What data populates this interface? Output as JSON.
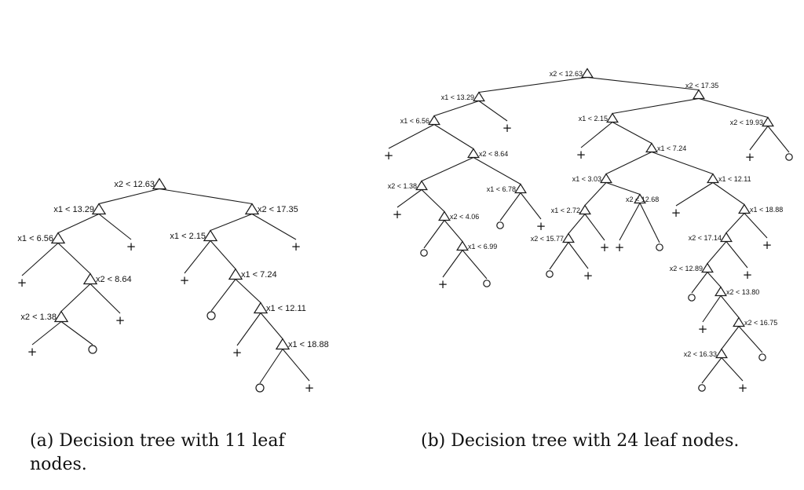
{
  "captions": {
    "a": "(a) Decision tree with 11 leaf nodes.",
    "b": "(b) Decision tree with 24 leaf nodes."
  },
  "trees": [
    {
      "id": "a",
      "nodes": [
        {
          "id": "root",
          "label": "x2 < 12.63",
          "kind": "split"
        },
        {
          "id": "L",
          "label": "x1 < 13.29",
          "kind": "split"
        },
        {
          "id": "R",
          "label": "x2 < 17.35",
          "kind": "split"
        },
        {
          "id": "LL",
          "label": "x1 < 6.56",
          "kind": "split"
        },
        {
          "id": "LR",
          "label": "+",
          "kind": "plus"
        },
        {
          "id": "LLL",
          "label": "+",
          "kind": "plus"
        },
        {
          "id": "LLR",
          "label": "x2 < 8.64",
          "kind": "split"
        },
        {
          "id": "LLRL",
          "label": "x2 < 1.38",
          "kind": "split"
        },
        {
          "id": "LLRR",
          "label": "+",
          "kind": "plus"
        },
        {
          "id": "LLRLL",
          "label": "+",
          "kind": "plus"
        },
        {
          "id": "LLRLR",
          "label": "o",
          "kind": "circle"
        },
        {
          "id": "RL",
          "label": "x1 < 2.15",
          "kind": "split"
        },
        {
          "id": "RR",
          "label": "+",
          "kind": "plus"
        },
        {
          "id": "RLL",
          "label": "+",
          "kind": "plus"
        },
        {
          "id": "RLR",
          "label": "x1 < 7.24",
          "kind": "split"
        },
        {
          "id": "RLRL",
          "label": "o",
          "kind": "circle"
        },
        {
          "id": "RLRR",
          "label": "x1 < 12.11",
          "kind": "split"
        },
        {
          "id": "RLRRL",
          "label": "+",
          "kind": "plus"
        },
        {
          "id": "RLRRR",
          "label": "x1 < 18.88",
          "kind": "split"
        },
        {
          "id": "RLRRRL",
          "label": "o",
          "kind": "circle"
        },
        {
          "id": "RLRRRR",
          "label": "+",
          "kind": "plus"
        }
      ],
      "edges": [
        [
          "root",
          "L"
        ],
        [
          "root",
          "R"
        ],
        [
          "L",
          "LL"
        ],
        [
          "L",
          "LR"
        ],
        [
          "LL",
          "LLL"
        ],
        [
          "LL",
          "LLR"
        ],
        [
          "LLR",
          "LLRL"
        ],
        [
          "LLR",
          "LLRR"
        ],
        [
          "LLRL",
          "LLRLL"
        ],
        [
          "LLRL",
          "LLRLR"
        ],
        [
          "R",
          "RL"
        ],
        [
          "R",
          "RR"
        ],
        [
          "RL",
          "RLL"
        ],
        [
          "RL",
          "RLR"
        ],
        [
          "RLR",
          "RLRL"
        ],
        [
          "RLR",
          "RLRR"
        ],
        [
          "RLRR",
          "RLRRL"
        ],
        [
          "RLRR",
          "RLRRR"
        ],
        [
          "RLRRR",
          "RLRRRL"
        ],
        [
          "RLRRR",
          "RLRRRR"
        ]
      ]
    },
    {
      "id": "b",
      "nodes": [
        {
          "id": "root",
          "label": "x2 < 12.63",
          "kind": "split"
        },
        {
          "id": "L",
          "label": "x1 < 13.29",
          "kind": "split"
        },
        {
          "id": "R",
          "label": "x2 < 17.35",
          "kind": "split"
        },
        {
          "id": "LL",
          "label": "x1 < 6.56",
          "kind": "split"
        },
        {
          "id": "LR",
          "label": "+",
          "kind": "plus"
        },
        {
          "id": "LLL",
          "label": "+",
          "kind": "plus"
        },
        {
          "id": "LLR",
          "label": "x2 < 8.64",
          "kind": "split"
        },
        {
          "id": "LLRL",
          "label": "x2 < 1.38",
          "kind": "split"
        },
        {
          "id": "LLRR",
          "label": "x1 < 6.78",
          "kind": "split"
        },
        {
          "id": "LLRLL",
          "label": "+",
          "kind": "plus"
        },
        {
          "id": "LLRLR",
          "label": "x2 < 4.06",
          "kind": "split"
        },
        {
          "id": "LLRLRL",
          "label": "o",
          "kind": "circle"
        },
        {
          "id": "LLRLRR",
          "label": "x1 < 6.99",
          "kind": "split"
        },
        {
          "id": "LLRLRRL",
          "label": "+",
          "kind": "plus"
        },
        {
          "id": "LLRLRRR",
          "label": "o",
          "kind": "circle"
        },
        {
          "id": "LLRRL",
          "label": "o",
          "kind": "circle"
        },
        {
          "id": "LLRRR",
          "label": "+",
          "kind": "plus"
        },
        {
          "id": "RL",
          "label": "x1 < 2.15",
          "kind": "split"
        },
        {
          "id": "RR",
          "label": "x2 < 19.93",
          "kind": "split"
        },
        {
          "id": "RRL",
          "label": "+",
          "kind": "plus"
        },
        {
          "id": "RRR",
          "label": "o",
          "kind": "circle"
        },
        {
          "id": "RLL",
          "label": "+",
          "kind": "plus"
        },
        {
          "id": "RLR",
          "label": "x1 < 7.24",
          "kind": "split"
        },
        {
          "id": "RLRL",
          "label": "x1 < 3.03",
          "kind": "split"
        },
        {
          "id": "RLRR",
          "label": "x1 < 12.11",
          "kind": "split"
        },
        {
          "id": "RLRLL",
          "label": "x1 < 2.72",
          "kind": "split"
        },
        {
          "id": "RLRLR",
          "label": "x2 < 12.68",
          "kind": "split"
        },
        {
          "id": "RLRLLL",
          "label": "x2 < 15.77",
          "kind": "split"
        },
        {
          "id": "RLRLLR",
          "label": "+",
          "kind": "plus"
        },
        {
          "id": "RLRLLLL",
          "label": "o",
          "kind": "circle"
        },
        {
          "id": "RLRLLLR",
          "label": "+",
          "kind": "plus"
        },
        {
          "id": "RLRLRL",
          "label": "+",
          "kind": "plus"
        },
        {
          "id": "RLRLRR",
          "label": "o",
          "kind": "circle"
        },
        {
          "id": "RLRRL",
          "label": "+",
          "kind": "plus"
        },
        {
          "id": "RLRRR",
          "label": "x1 < 18.88",
          "kind": "split"
        },
        {
          "id": "RLRRRL",
          "label": "x2 < 17.14",
          "kind": "split"
        },
        {
          "id": "RLRRRR",
          "label": "+",
          "kind": "plus"
        },
        {
          "id": "RLRRRLL",
          "label": "x2 < 12.89",
          "kind": "split"
        },
        {
          "id": "RLRRRLR",
          "label": "+",
          "kind": "plus"
        },
        {
          "id": "RLRRRLLL",
          "label": "o",
          "kind": "circle"
        },
        {
          "id": "RLRRRLLR",
          "label": "x2 < 13.80",
          "kind": "split"
        },
        {
          "id": "RLRRRLLRL",
          "label": "+",
          "kind": "plus"
        },
        {
          "id": "RLRRRLLRR",
          "label": "x2 < 16.75",
          "kind": "split"
        },
        {
          "id": "RLRRRLLRRL",
          "label": "x2 < 16.33",
          "kind": "split"
        },
        {
          "id": "RLRRRLLRRR",
          "label": "o",
          "kind": "circle"
        },
        {
          "id": "RLRRRLLRRLL",
          "label": "o",
          "kind": "circle"
        },
        {
          "id": "RLRRRLLRRLR",
          "label": "+",
          "kind": "plus"
        }
      ],
      "edges": [
        [
          "root",
          "L"
        ],
        [
          "root",
          "R"
        ],
        [
          "L",
          "LL"
        ],
        [
          "L",
          "LR"
        ],
        [
          "LL",
          "LLL"
        ],
        [
          "LL",
          "LLR"
        ],
        [
          "LLR",
          "LLRL"
        ],
        [
          "LLR",
          "LLRR"
        ],
        [
          "LLRL",
          "LLRLL"
        ],
        [
          "LLRL",
          "LLRLR"
        ],
        [
          "LLRLR",
          "LLRLRL"
        ],
        [
          "LLRLR",
          "LLRLRR"
        ],
        [
          "LLRLRR",
          "LLRLRRL"
        ],
        [
          "LLRLRR",
          "LLRLRRR"
        ],
        [
          "LLRR",
          "LLRRL"
        ],
        [
          "LLRR",
          "LLRRR"
        ],
        [
          "R",
          "RL"
        ],
        [
          "R",
          "RR"
        ],
        [
          "RR",
          "RRL"
        ],
        [
          "RR",
          "RRR"
        ],
        [
          "RL",
          "RLL"
        ],
        [
          "RL",
          "RLR"
        ],
        [
          "RLR",
          "RLRL"
        ],
        [
          "RLR",
          "RLRR"
        ],
        [
          "RLRL",
          "RLRLL"
        ],
        [
          "RLRL",
          "RLRLR"
        ],
        [
          "RLRLL",
          "RLRLLL"
        ],
        [
          "RLRLL",
          "RLRLLR"
        ],
        [
          "RLRLLL",
          "RLRLLLL"
        ],
        [
          "RLRLLL",
          "RLRLLLR"
        ],
        [
          "RLRLR",
          "RLRLRL"
        ],
        [
          "RLRLR",
          "RLRLRR"
        ],
        [
          "RLRR",
          "RLRRL"
        ],
        [
          "RLRR",
          "RLRRR"
        ],
        [
          "RLRRR",
          "RLRRRL"
        ],
        [
          "RLRRR",
          "RLRRRR"
        ],
        [
          "RLRRRL",
          "RLRRRLL"
        ],
        [
          "RLRRRL",
          "RLRRRLR"
        ],
        [
          "RLRRRLL",
          "RLRRRLLL"
        ],
        [
          "RLRRRLL",
          "RLRRRLLR"
        ],
        [
          "RLRRRLLR",
          "RLRRRLLRL"
        ],
        [
          "RLRRRLLR",
          "RLRRRLLRR"
        ],
        [
          "RLRRRLLRR",
          "RLRRRLLRRL"
        ],
        [
          "RLRRRLLRR",
          "RLRRRLLRRR"
        ],
        [
          "RLRRRLLRRL",
          "RLRRRLLRRLL"
        ],
        [
          "RLRRRLLRRL",
          "RLRRRLLRRLR"
        ]
      ]
    }
  ]
}
